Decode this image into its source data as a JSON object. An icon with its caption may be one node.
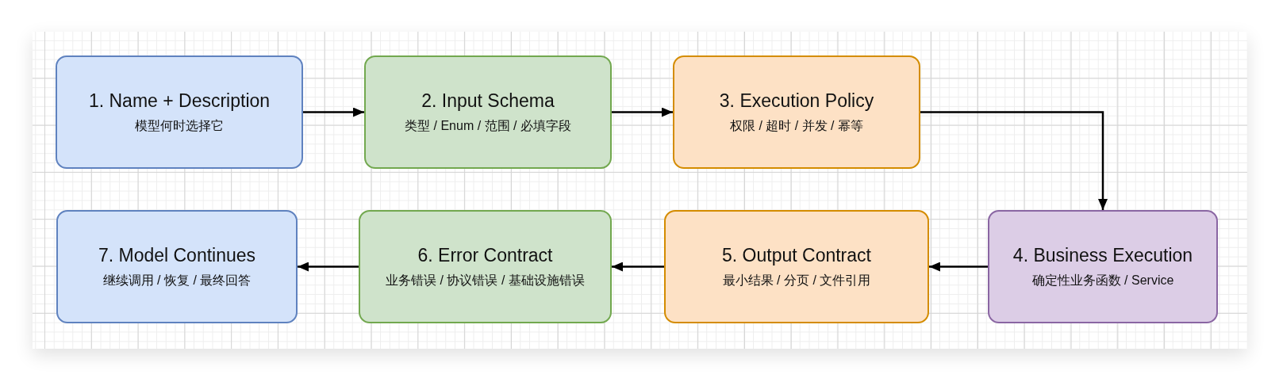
{
  "diagram": {
    "nodes": [
      {
        "text": [
          "1. Name + Description",
          "模型何时选择它"
        ]
      },
      {
        "text": [
          "2. Input Schema",
          "类型 / Enum / 范围 / 必填字段"
        ]
      },
      {
        "text": [
          "3. Execution Policy",
          "权限 / 超时 / 并发 / 幂等"
        ]
      },
      {
        "text": [
          "4. Business Execution",
          "确定性业务函数 / Service"
        ]
      },
      {
        "text": [
          "5. Output Contract",
          "最小结果 / 分页 / 文件引用"
        ]
      },
      {
        "text": [
          "6. Error Contract",
          "业务错误 / 协议错误 / 基础设施错误"
        ]
      },
      {
        "text": [
          "7. Model Continues",
          "继续调用 / 恢复 / 最终回答"
        ]
      }
    ],
    "edges": [
      {
        "from": 0,
        "to": 1,
        "arrow": "to"
      },
      {
        "from": 1,
        "to": 2,
        "arrow": "to"
      },
      {
        "from": 2,
        "to": 3,
        "arrow": "to"
      },
      {
        "from": 3,
        "to": 4,
        "arrow": "to"
      },
      {
        "from": 4,
        "to": 5,
        "arrow": "to"
      },
      {
        "from": 5,
        "to": 6,
        "arrow": "to"
      }
    ]
  }
}
